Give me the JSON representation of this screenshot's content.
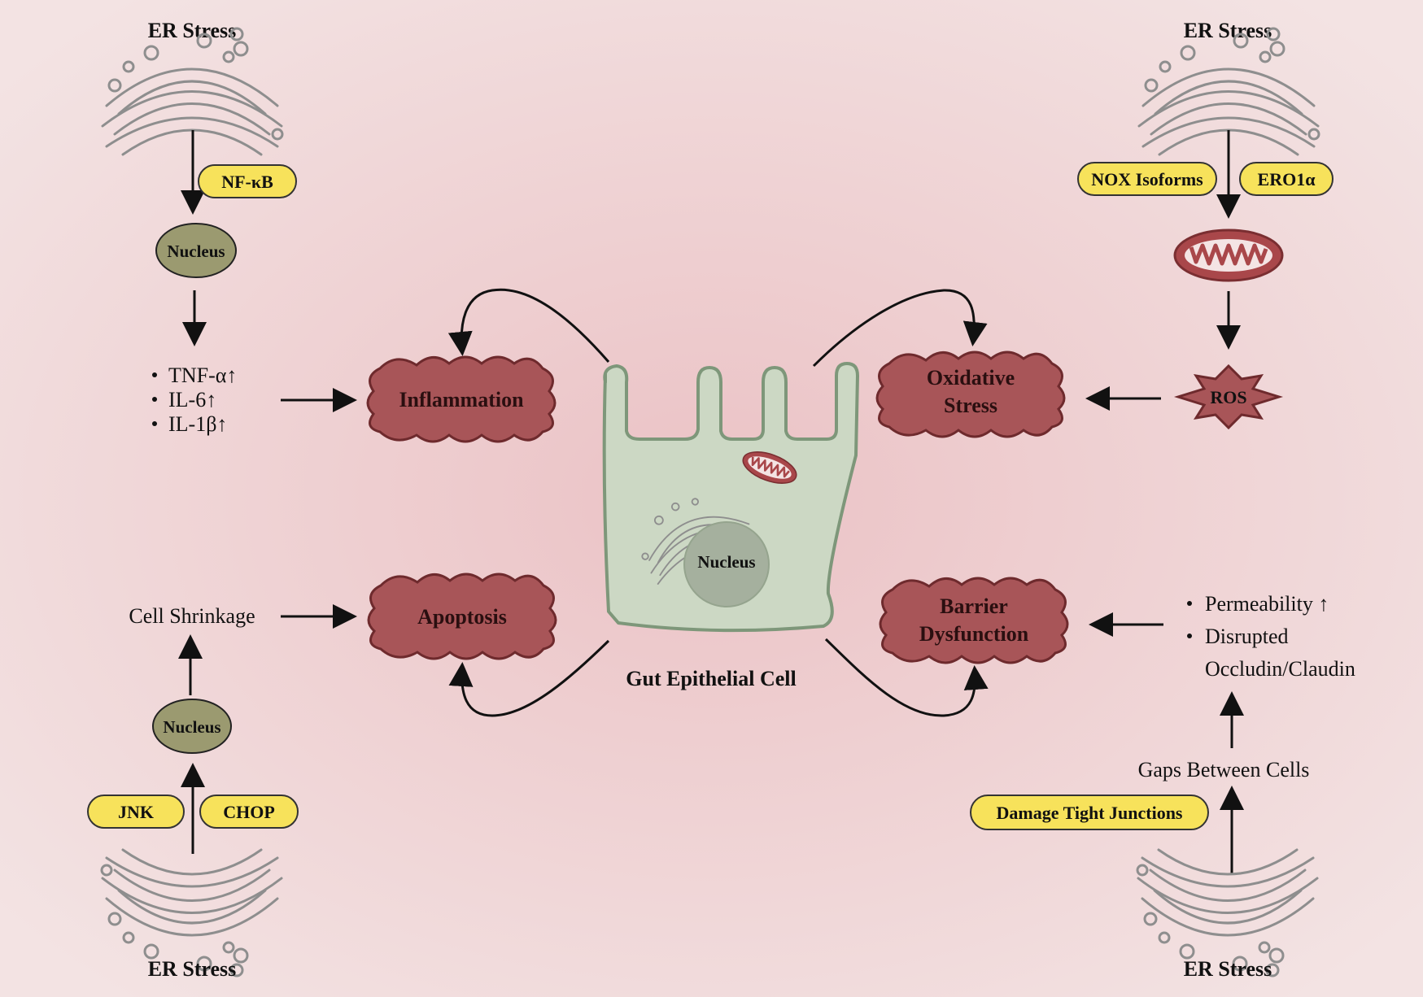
{
  "er_stress": {
    "top_left": "ER Stress",
    "top_right": "ER Stress",
    "bottom_left": "ER Stress",
    "bottom_right": "ER Stress"
  },
  "pathway_labels": {
    "nfkb": "NF-κB",
    "nox": "NOX Isoforms",
    "ero1a": "ERO1α",
    "jnk": "JNK",
    "chop": "CHOP",
    "tight_junctions": "Damage Tight Junctions"
  },
  "nuclei": {
    "top_left": "Nucleus",
    "bottom_left": "Nucleus",
    "cell": "Nucleus"
  },
  "cytokines": [
    "TNF-α↑",
    "IL-6↑",
    "IL-1β↑"
  ],
  "barrier_list": [
    "Permeability ↑",
    "Disrupted",
    "Occludin/Claudin"
  ],
  "texts": {
    "cell_shrinkage": "Cell Shrinkage",
    "gaps": "Gaps Between Cells",
    "ros": "ROS",
    "cell_caption": "Gut Epithelial Cell"
  },
  "outcomes": {
    "inflammation": "Inflammation",
    "oxidative_line1": "Oxidative",
    "oxidative_line2": "Stress",
    "apoptosis": "Apoptosis",
    "barrier_line1": "Barrier",
    "barrier_line2": "Dysfunction"
  },
  "colors": {
    "background_center": "#ecc6c8",
    "background_edge": "#f3e1e1",
    "outcome_fill": "#a85558",
    "outcome_stroke": "#6e2a2d",
    "pill_fill": "#f7e25b",
    "nucleus_fill": "#9b9a70",
    "cell_fill": "#ccd8c4",
    "cell_stroke": "#7e977a",
    "mito_fill": "#a9474a"
  }
}
